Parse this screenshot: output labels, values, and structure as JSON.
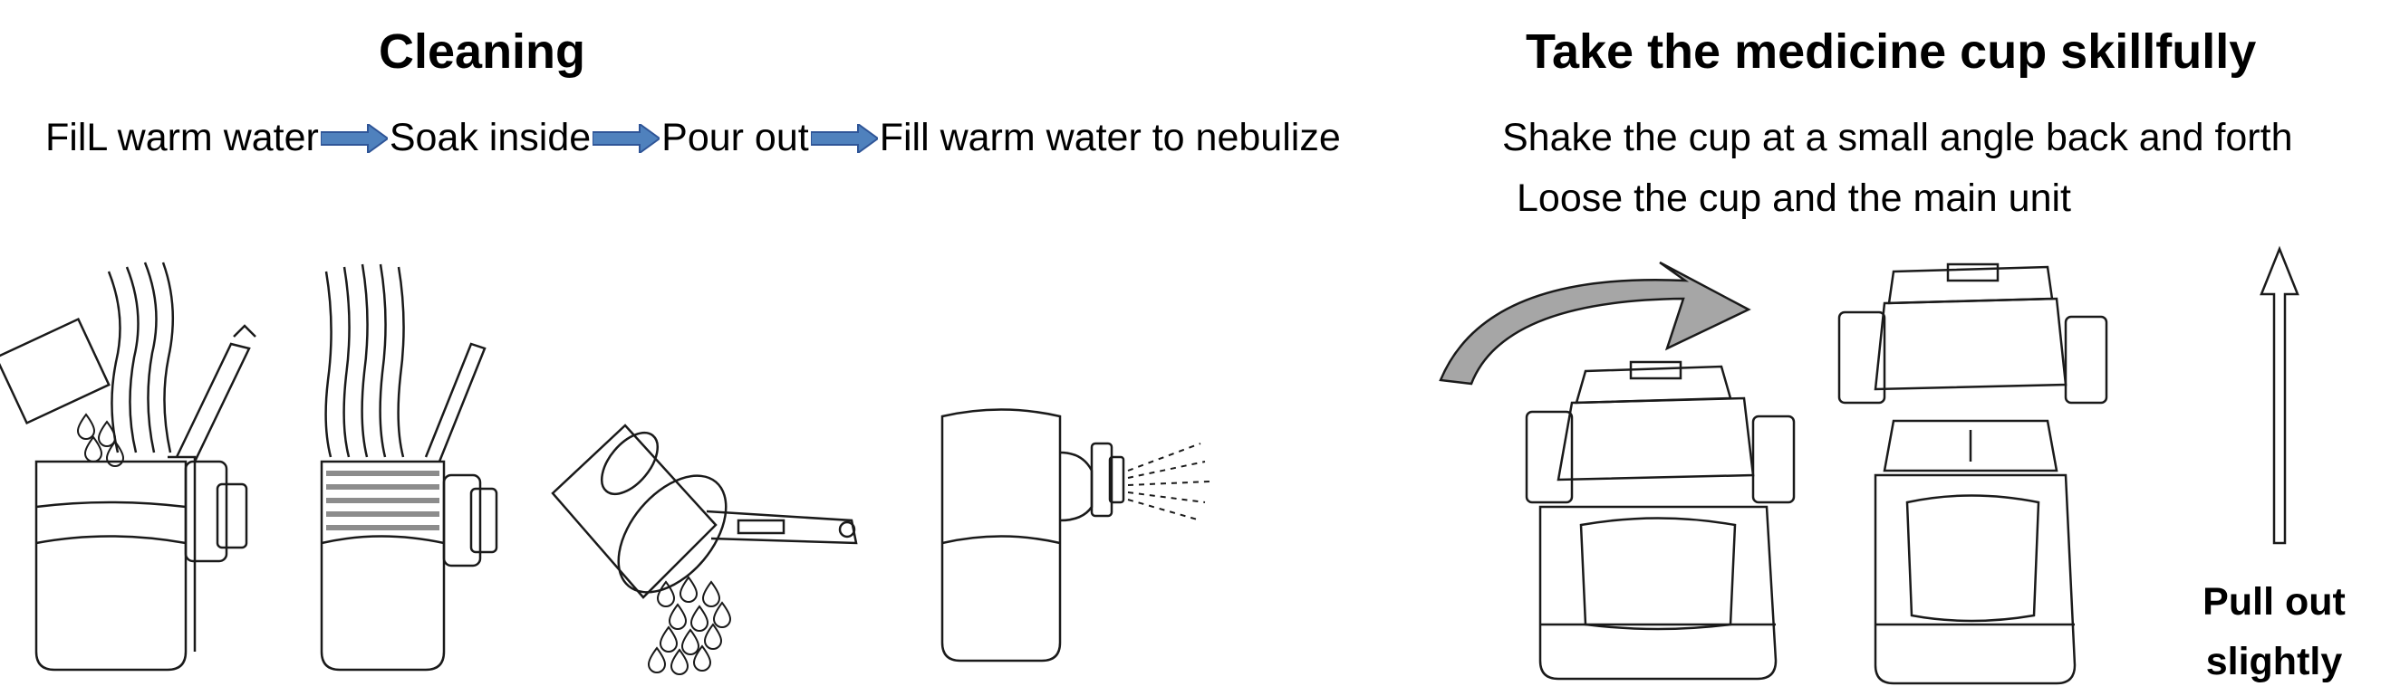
{
  "cleaning": {
    "title": "Cleaning",
    "steps": [
      "FilL warm water",
      "Soak inside",
      "Pour out",
      "Fill warm water to nebulize"
    ]
  },
  "take_cup": {
    "title": "Take the medicine cup skillfully",
    "line1": "Shake the cup at a small angle back and forth",
    "line2": "Loose the cup and the main unit",
    "pull_label_1": "Pull out",
    "pull_label_2": "slightly"
  },
  "colors": {
    "flow_arrow_fill": "#4f81bd",
    "flow_arrow_stroke": "#2f5597",
    "curve_arrow_fill": "#a6a6a6",
    "line": "#1a1a1a"
  },
  "icons": [
    "water-pour-icon",
    "soak-icon",
    "pour-out-icon",
    "nebulize-spray-icon",
    "shake-arrow-icon",
    "pull-up-arrow-icon"
  ]
}
